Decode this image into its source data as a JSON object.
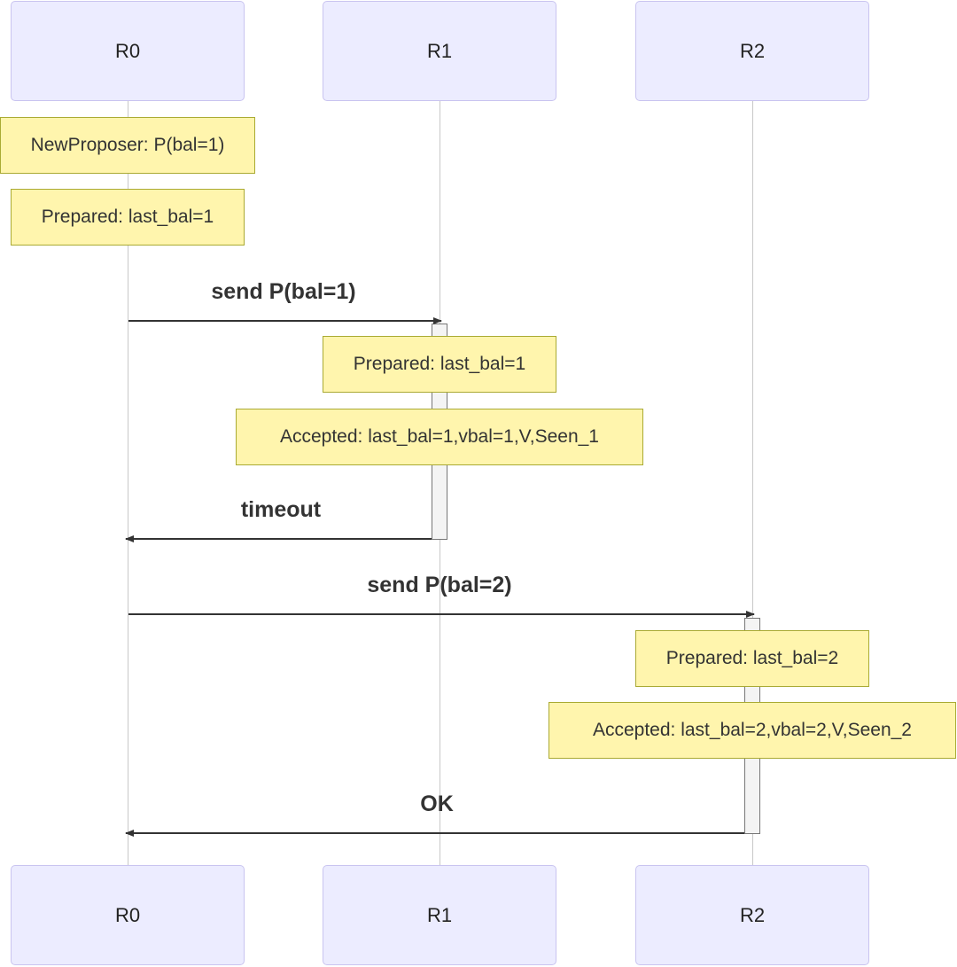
{
  "participants": [
    "R0",
    "R1",
    "R2"
  ],
  "notes": {
    "r0_new_proposer": "NewProposer: P(bal=1)",
    "r0_prepared": "Prepared: last_bal=1",
    "r1_prepared": "Prepared: last_bal=1",
    "r1_accepted": "Accepted: last_bal=1,vbal=1,V,Seen_1",
    "r2_prepared": "Prepared: last_bal=2",
    "r2_accepted": "Accepted: last_bal=2,vbal=2,V,Seen_2"
  },
  "messages": {
    "send_p1": "send P(bal=1)",
    "timeout": "timeout",
    "send_p2": "send P(bal=2)",
    "ok": "OK"
  },
  "colors": {
    "actor_fill": "#ececff",
    "actor_border": "#c9c4f0",
    "note_fill": "#fff5ad",
    "note_border": "#aaaa33",
    "line": "#333333"
  }
}
